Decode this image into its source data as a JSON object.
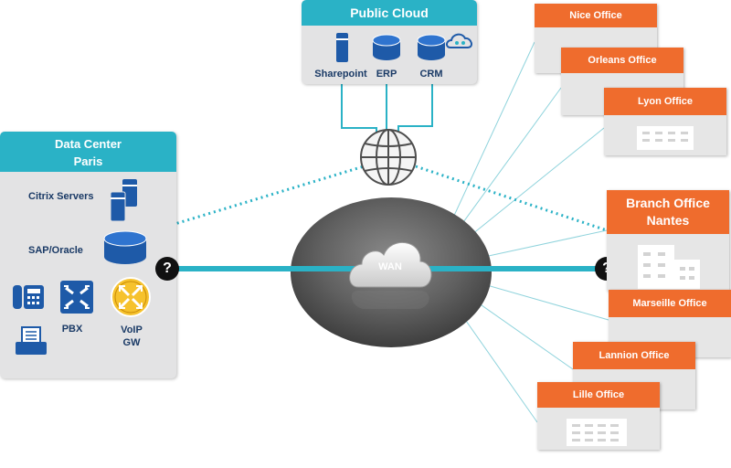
{
  "public_cloud": {
    "title": "Public Cloud",
    "apps": [
      "Sharepoint",
      "ERP",
      "CRM"
    ]
  },
  "data_center": {
    "title_line1": "Data Center",
    "title_line2": "Paris",
    "citrix": "Citrix Servers",
    "sap": "SAP/Oracle",
    "pbx": "PBX",
    "voip_line1": "VoIP",
    "voip_line2": "GW"
  },
  "wan": {
    "label": "WAN"
  },
  "unknown_marker": "?",
  "offices": {
    "nice": "Nice Office",
    "orleans": "Orleans Office",
    "lyon": "Lyon Office",
    "nantes_line1": "Branch Office",
    "nantes_line2": "Nantes",
    "marseille": "Marseille Office",
    "lannion": "Lannion Office",
    "lille": "Lille Office"
  },
  "colors": {
    "teal": "#2ab2c6",
    "orange": "#ef6c2d",
    "navy": "#1a3a66",
    "panel_grey": "#e3e3e4",
    "wan_grey": "#595959"
  }
}
